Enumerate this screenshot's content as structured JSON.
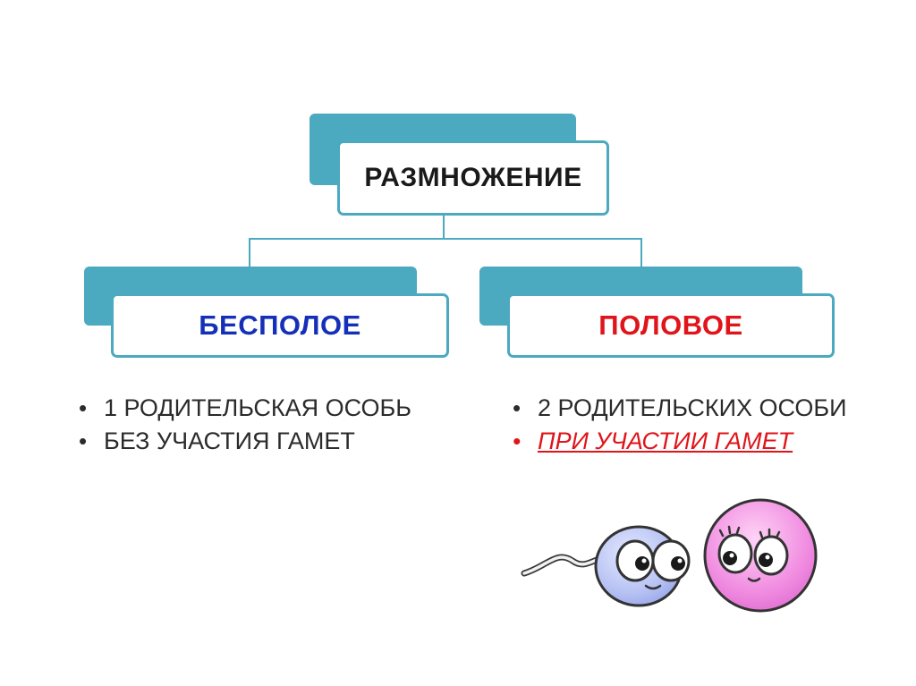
{
  "diagram": {
    "root": {
      "label": "РАЗМНОЖЕНИЕ"
    },
    "children": [
      {
        "label": "БЕСПОЛОЕ",
        "color": "#1530b8",
        "bullets": [
          "1 РОДИТЕЛЬСКАЯ ОСОБЬ",
          "БЕЗ УЧАСТИЯ ГАМЕТ"
        ]
      },
      {
        "label": "ПОЛОВОЕ",
        "color": "#e0141a",
        "bullets": [
          "2 РОДИТЕЛЬСКИХ ОСОБИ",
          "ПРИ УЧАСТИИ ГАМЕТ"
        ]
      }
    ],
    "bullet_symbol": "•",
    "accent_color": "#4ba9c0",
    "illustration": {
      "icons": [
        "sperm-cell-icon",
        "egg-cell-icon"
      ]
    }
  }
}
